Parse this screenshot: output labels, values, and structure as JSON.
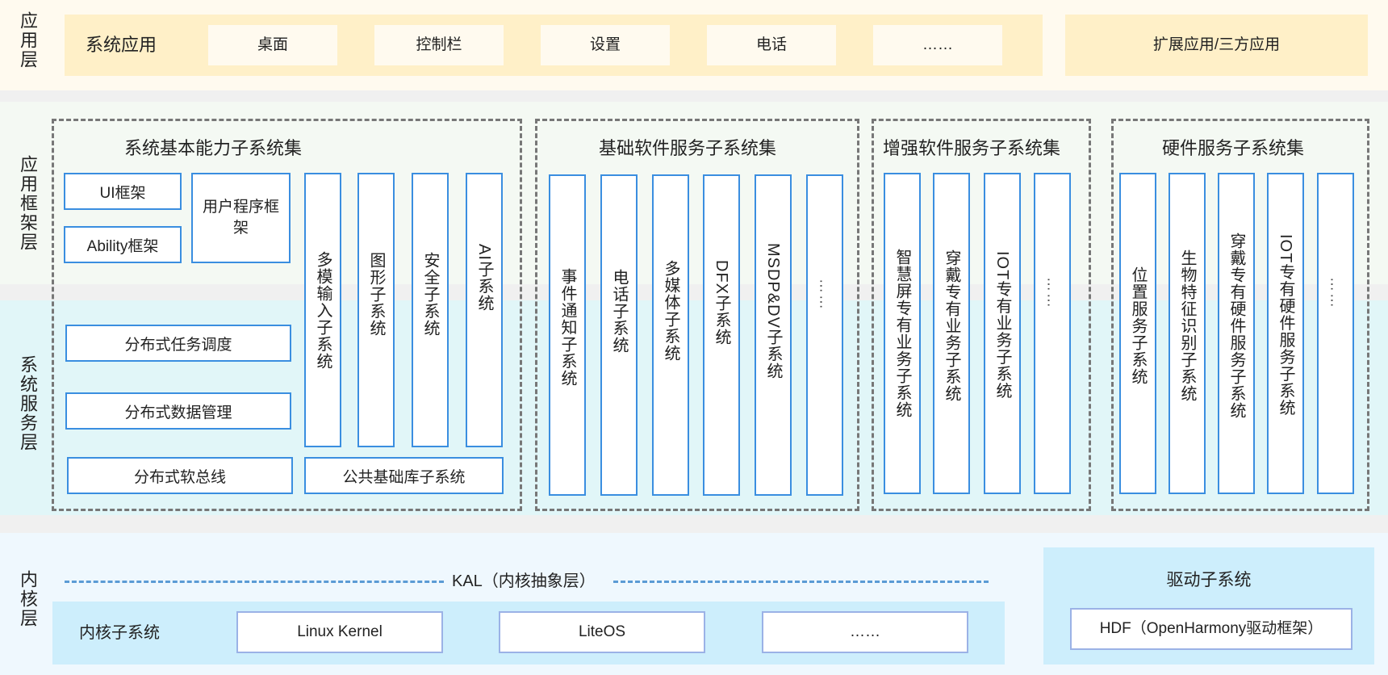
{
  "layers": {
    "application": "应用层",
    "framework": "应用框架层",
    "system_service": "系统服务层",
    "kernel": "内核层"
  },
  "application_layer": {
    "system_apps_title": "系统应用",
    "system_apps": [
      "桌面",
      "控制栏",
      "设置",
      "电话",
      "……"
    ],
    "extended_apps": "扩展应用/三方应用"
  },
  "groups": {
    "basic_capability": {
      "title": "系统基本能力子系统集",
      "ui_framework": "UI框架",
      "ability_framework": "Ability框架",
      "user_program_framework": "用户程序框架",
      "vertical": [
        "多模输入子系统",
        "图形子系统",
        "安全子系统",
        "AI子系统"
      ],
      "distributed_task": "分布式任务调度",
      "distributed_data": "分布式数据管理",
      "distributed_bus": "分布式软总线",
      "common_base_lib": "公共基础库子系统"
    },
    "basic_software": {
      "title": "基础软件服务子系统集",
      "items": [
        "事件通知子系统",
        "电话子系统",
        "多媒体子系统",
        "DFX子系统",
        "MSDP&DV子系统",
        "……"
      ]
    },
    "enhanced_software": {
      "title": "增强软件服务子系统集",
      "items": [
        "智慧屏专有业务子系统",
        "穿戴专有业务子系统",
        "IOT专有业务子系统",
        "……"
      ]
    },
    "hardware": {
      "title": "硬件服务子系统集",
      "items": [
        "位置服务子系统",
        "生物特征识别子系统",
        "穿戴专有硬件服务子系统",
        "IOT专有硬件服务子系统",
        "……"
      ]
    }
  },
  "kernel_layer": {
    "kal_label": "KAL（内核抽象层）",
    "kernel_subsystem_title": "内核子系统",
    "kernels": [
      "Linux Kernel",
      "LiteOS",
      "……"
    ],
    "driver_subsystem_title": "驱动子系统",
    "hdf": "HDF（OpenHarmony驱动框架）"
  }
}
